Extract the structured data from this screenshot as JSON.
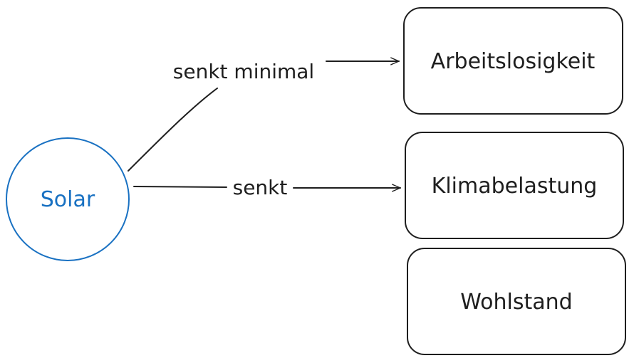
{
  "diagram": {
    "source": {
      "label": "Solar",
      "color": "#1971c2"
    },
    "targets": [
      {
        "label": "Arbeitslosigkeit"
      },
      {
        "label": "Klimabelastung"
      },
      {
        "label": "Wohlstand"
      }
    ],
    "edges": [
      {
        "from": "Solar",
        "to": "Arbeitslosigkeit",
        "label": "senkt minimal"
      },
      {
        "from": "Solar",
        "to": "Klimabelastung",
        "label": "senkt"
      }
    ],
    "stroke_color": "#1e1e1e"
  }
}
